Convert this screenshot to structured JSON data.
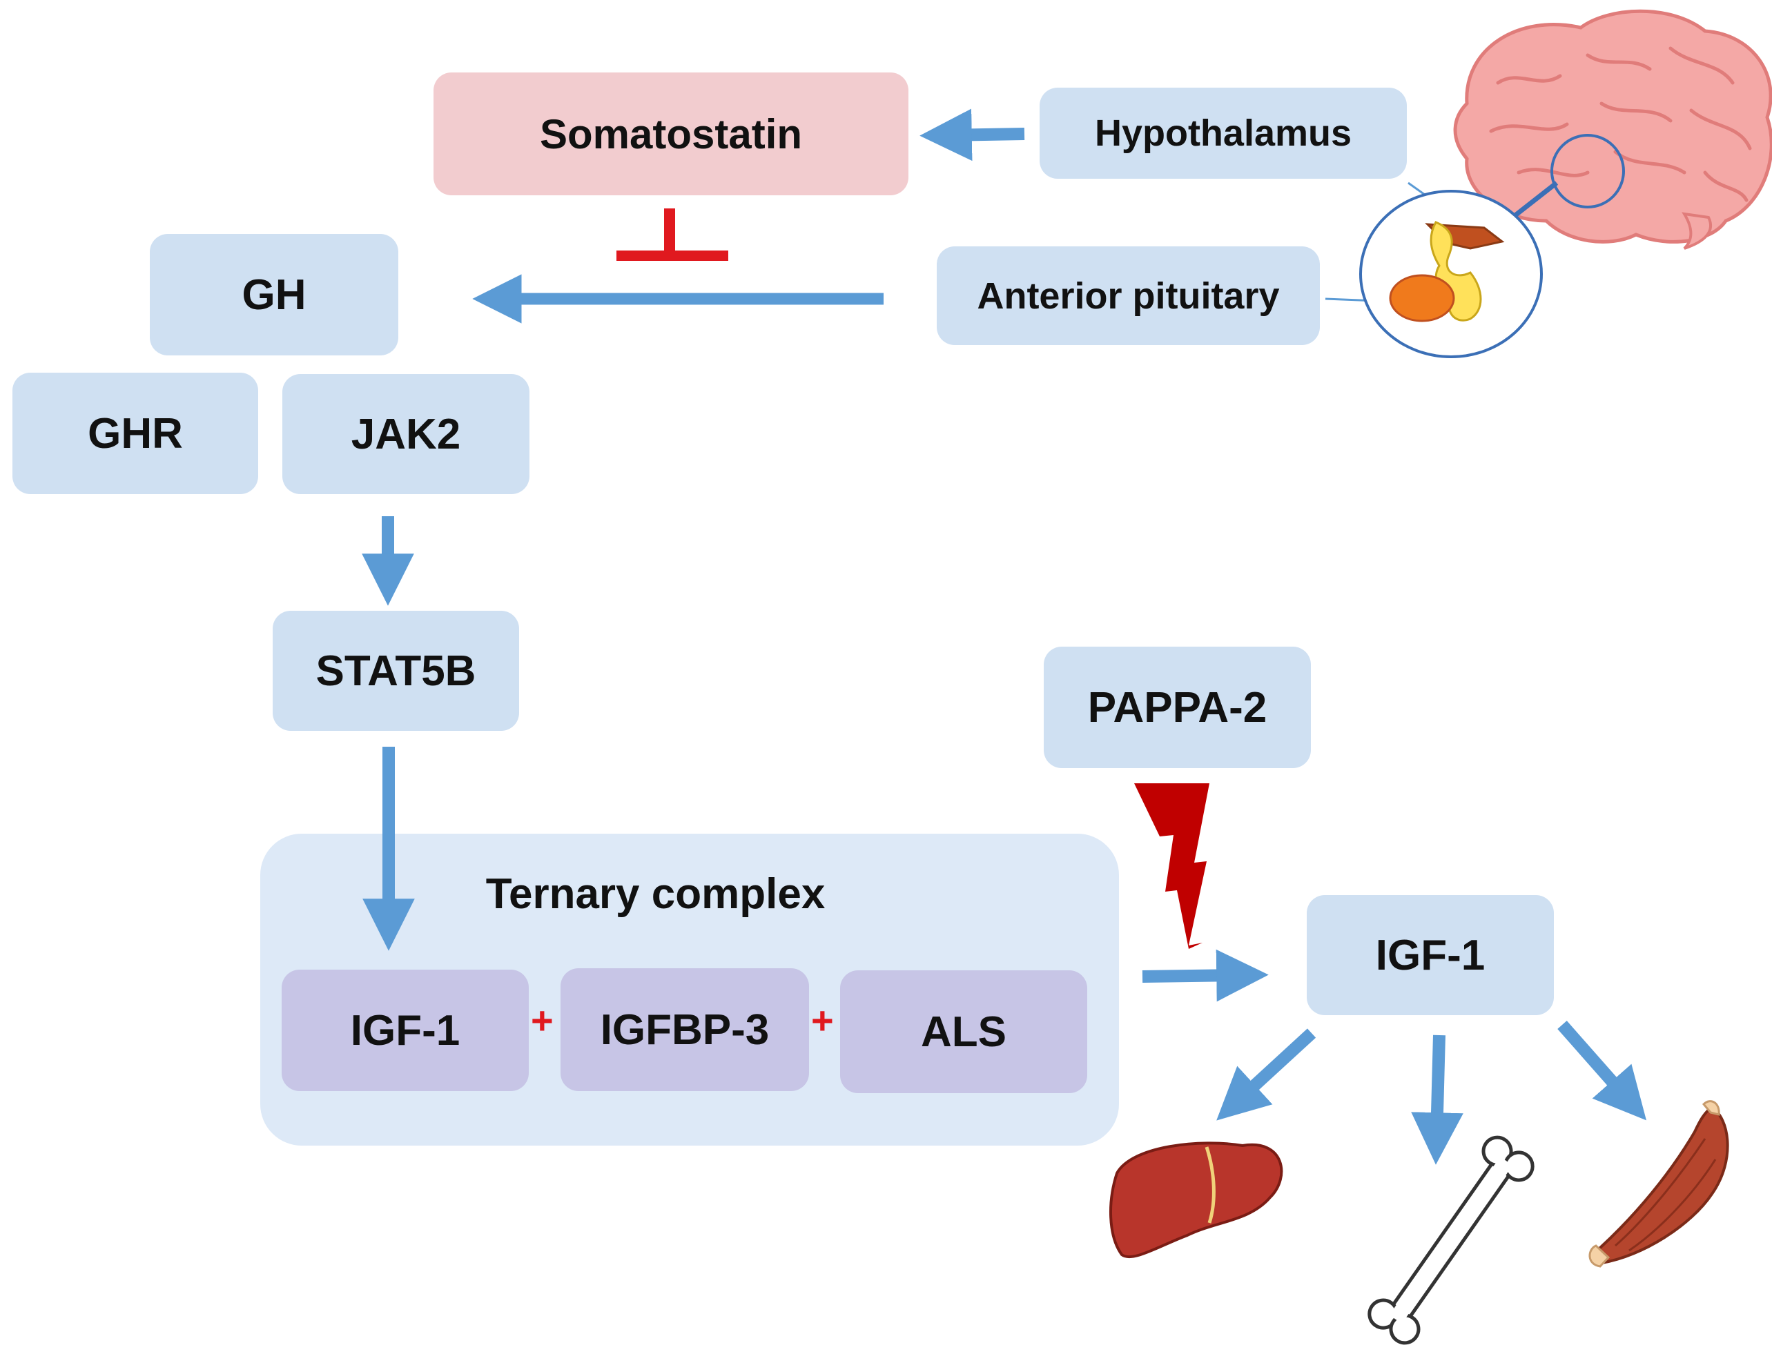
{
  "nodes": {
    "somatostatin": "Somatostatin",
    "hypothalamus": "Hypothalamus",
    "anterior_pituitary": "Anterior pituitary",
    "gh": "GH",
    "ghr": "GHR",
    "jak2": "JAK2",
    "stat5b": "STAT5B",
    "pappa2": "PAPPA-2",
    "igf1_free": "IGF-1"
  },
  "ternary_complex": {
    "title": "Ternary complex",
    "members": [
      "IGF-1",
      "IGFBP-3",
      "ALS"
    ],
    "joiner": "+"
  },
  "colors": {
    "box_blue": "#cfe0f2",
    "box_pink": "#f2cccf",
    "box_purple": "#c7c5e6",
    "complex_bg": "#dde9f7",
    "arrow_blue": "#5b9bd5",
    "inhibit_red": "#e0191f",
    "bolt_red": "#c00000"
  },
  "icons": {
    "brain": "brain-icon",
    "pituitary": "pituitary-gland-icon",
    "liver": "liver-icon",
    "bone": "bone-icon",
    "muscle": "muscle-icon",
    "lightning": "lightning-bolt-icon",
    "inhibition": "inhibition-t-bar-icon"
  }
}
